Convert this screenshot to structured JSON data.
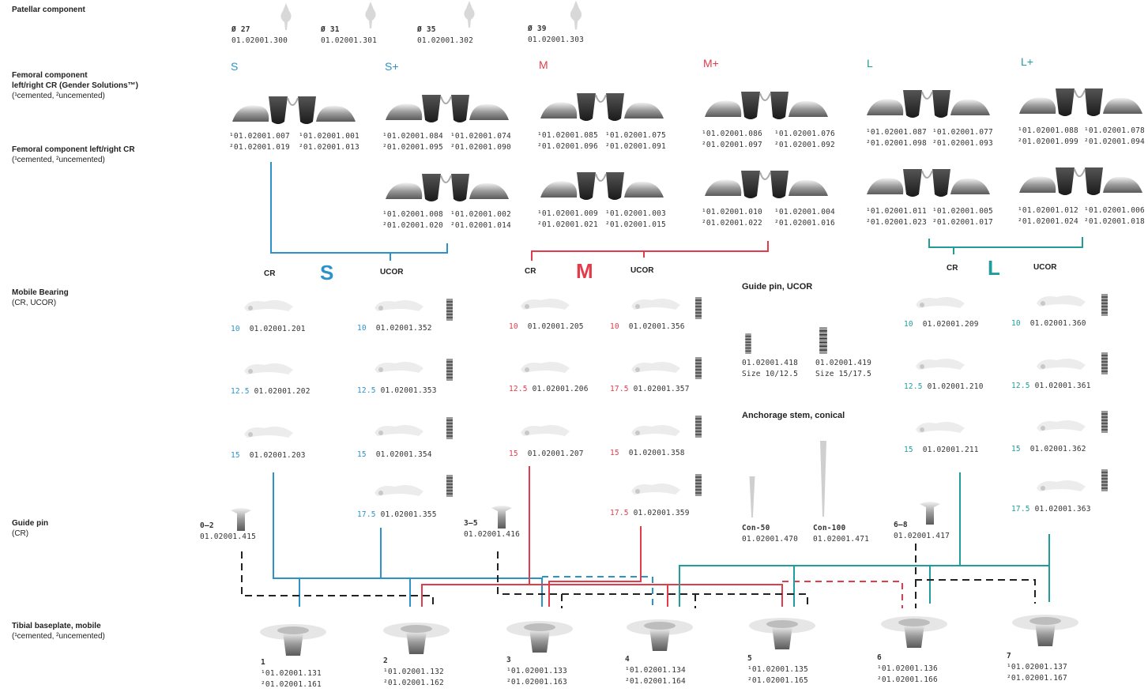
{
  "rows": {
    "patellar": {
      "title": "Patellar component"
    },
    "femoral_gs": {
      "title": "Femoral component",
      "title2": "left/right CR (Gender Solutions™)",
      "sub": "(¹cemented, ²uncemented)"
    },
    "femoral": {
      "title": "Femoral component left/right CR",
      "sub": "(¹cemented, ²uncemented)"
    },
    "mobile": {
      "title": "Mobile Bearing",
      "sub": "(CR, UCOR)"
    },
    "guidepin": {
      "title": "Guide pin",
      "sub": "(CR)"
    },
    "tibial": {
      "title": "Tibial baseplate, mobile",
      "sub": "(¹cemented, ²uncemented)"
    }
  },
  "patellar": [
    {
      "dia": "Ø 27",
      "code": "01.02001.300"
    },
    {
      "dia": "Ø 31",
      "code": "01.02001.301"
    },
    {
      "dia": "Ø 35",
      "code": "01.02001.302"
    },
    {
      "dia": "Ø 39",
      "code": "01.02001.303"
    }
  ],
  "sizes": [
    "S",
    "S+",
    "M",
    "M+",
    "L",
    "L+"
  ],
  "femoral_gs": [
    {
      "a1": "¹01.02001.007",
      "a2": "²01.02001.019",
      "b1": "¹01.02001.001",
      "b2": "²01.02001.013"
    },
    {
      "a1": "¹01.02001.084",
      "a2": "²01.02001.095",
      "b1": "¹01.02001.074",
      "b2": "²01.02001.090"
    },
    {
      "a1": "¹01.02001.085",
      "a2": "²01.02001.096",
      "b1": "¹01.02001.075",
      "b2": "²01.02001.091"
    },
    {
      "a1": "¹01.02001.086",
      "a2": "²01.02001.097",
      "b1": "¹01.02001.076",
      "b2": "²01.02001.092"
    },
    {
      "a1": "¹01.02001.087",
      "a2": "²01.02001.098",
      "b1": "¹01.02001.077",
      "b2": "²01.02001.093"
    },
    {
      "a1": "¹01.02001.088",
      "a2": "²01.02001.099",
      "b1": "¹01.02001.078",
      "b2": "²01.02001.094"
    }
  ],
  "femoral": [
    {
      "a1": "¹01.02001.008",
      "a2": "²01.02001.020",
      "b1": "¹01.02001.002",
      "b2": "²01.02001.014"
    },
    {
      "a1": "¹01.02001.009",
      "a2": "²01.02001.021",
      "b1": "¹01.02001.003",
      "b2": "²01.02001.015"
    },
    {
      "a1": "¹01.02001.010",
      "a2": "²01.02001.022",
      "b1": "¹01.02001.004",
      "b2": "²01.02001.016"
    },
    {
      "a1": "¹01.02001.011",
      "a2": "²01.02001.023",
      "b1": "¹01.02001.005",
      "b2": "²01.02001.017"
    },
    {
      "a1": "¹01.02001.012",
      "a2": "²01.02001.024",
      "b1": "¹01.02001.006",
      "b2": "²01.02001.018"
    }
  ],
  "groups": [
    {
      "big": "S",
      "cr": "CR",
      "ucor": "UCOR",
      "color": "#2b93c9"
    },
    {
      "big": "M",
      "cr": "CR",
      "ucor": "UCOR",
      "color": "#e23b4a"
    },
    {
      "big": "L",
      "cr": "CR",
      "ucor": "UCOR",
      "color": "#1f9d9d"
    }
  ],
  "bearings": {
    "s_cr": [
      {
        "h": "10",
        "code": "01.02001.201"
      },
      {
        "h": "12.5",
        "code": "01.02001.202"
      },
      {
        "h": "15",
        "code": "01.02001.203"
      }
    ],
    "s_ucor": [
      {
        "h": "10",
        "code": "01.02001.352"
      },
      {
        "h": "12.5",
        "code": "01.02001.353"
      },
      {
        "h": "15",
        "code": "01.02001.354"
      },
      {
        "h": "17.5",
        "code": "01.02001.355"
      }
    ],
    "m_cr": [
      {
        "h": "10",
        "code": "01.02001.205"
      },
      {
        "h": "12.5",
        "code": "01.02001.206"
      },
      {
        "h": "15",
        "code": "01.02001.207"
      }
    ],
    "m_ucor": [
      {
        "h": "10",
        "code": "01.02001.356"
      },
      {
        "h": "17.5",
        "code": "01.02001.357"
      },
      {
        "h": "15",
        "code": "01.02001.358"
      },
      {
        "h": "17.5",
        "code": "01.02001.359"
      }
    ],
    "l_cr": [
      {
        "h": "10",
        "code": "01.02001.209"
      },
      {
        "h": "12.5",
        "code": "01.02001.210"
      },
      {
        "h": "15",
        "code": "01.02001.211"
      }
    ],
    "l_ucor": [
      {
        "h": "10",
        "code": "01.02001.360"
      },
      {
        "h": "12.5",
        "code": "01.02001.361"
      },
      {
        "h": "15",
        "code": "01.02001.362"
      },
      {
        "h": "17.5",
        "code": "01.02001.363"
      }
    ]
  },
  "guide_pin_ucor": {
    "title": "Guide pin, UCOR",
    "items": [
      {
        "code": "01.02001.418",
        "size": "Size 10/12.5"
      },
      {
        "code": "01.02001.419",
        "size": "Size 15/17.5"
      }
    ]
  },
  "anchorage": {
    "title": "Anchorage stem, conical",
    "items": [
      {
        "name": "Con-50",
        "code": "01.02001.470"
      },
      {
        "name": "Con-100",
        "code": "01.02001.471"
      }
    ]
  },
  "guide_pins_cr": [
    {
      "range": "0–2",
      "code": "01.02001.415"
    },
    {
      "range": "3–5",
      "code": "01.02001.416"
    },
    {
      "range": "6–8",
      "code": "01.02001.417"
    }
  ],
  "tibial": [
    {
      "n": "1",
      "c1": "¹01.02001.131",
      "c2": "²01.02001.161"
    },
    {
      "n": "2",
      "c1": "¹01.02001.132",
      "c2": "²01.02001.162"
    },
    {
      "n": "3",
      "c1": "¹01.02001.133",
      "c2": "²01.02001.163"
    },
    {
      "n": "4",
      "c1": "¹01.02001.134",
      "c2": "²01.02001.164"
    },
    {
      "n": "5",
      "c1": "¹01.02001.135",
      "c2": "²01.02001.165"
    },
    {
      "n": "6",
      "c1": "¹01.02001.136",
      "c2": "²01.02001.166"
    },
    {
      "n": "7",
      "c1": "¹01.02001.137",
      "c2": "²01.02001.167"
    }
  ],
  "colors": {
    "s": "#2b93c9",
    "m": "#e23b4a",
    "l": "#1f9d9d",
    "dash": "#222222"
  }
}
